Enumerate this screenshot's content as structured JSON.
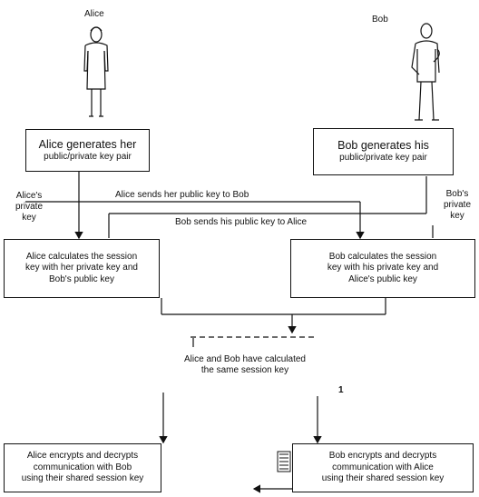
{
  "actors": {
    "alice": "Alice",
    "bob": "Bob"
  },
  "boxes": {
    "alice_generate": {
      "line1": "Alice generates her",
      "line2": "public/private key pair"
    },
    "bob_generate": {
      "line1": "Bob generates his",
      "line2": "public/private key pair"
    },
    "alice_calc": {
      "line1": "Alice calculates the session",
      "line2": "key with her private key and",
      "line3": "Bob's public key"
    },
    "bob_calc": {
      "line1": "Bob calculates the session",
      "line2": "key with his private key and",
      "line3": "Alice's public key"
    },
    "alice_encrypt": {
      "line1": "Alice encrypts and decrypts",
      "line2": "communication with Bob",
      "line3": "using their shared session key"
    },
    "bob_encrypt": {
      "line1": "Bob encrypts and decrypts",
      "line2": "communication with Alice",
      "line3": "using their shared session key"
    }
  },
  "labels": {
    "alice_private_key": {
      "line1": "Alice's",
      "line2": "private",
      "line3": "key"
    },
    "bob_private_key": {
      "line1": "Bob's",
      "line2": "private",
      "line3": "key"
    },
    "alice_sends": "Alice sends her public key to Bob",
    "bob_sends": "Bob sends his public key to Alice",
    "same_key": {
      "line1": "Alice and Bob have calculated",
      "line2": "the same session key"
    },
    "stray_mark": "1"
  }
}
